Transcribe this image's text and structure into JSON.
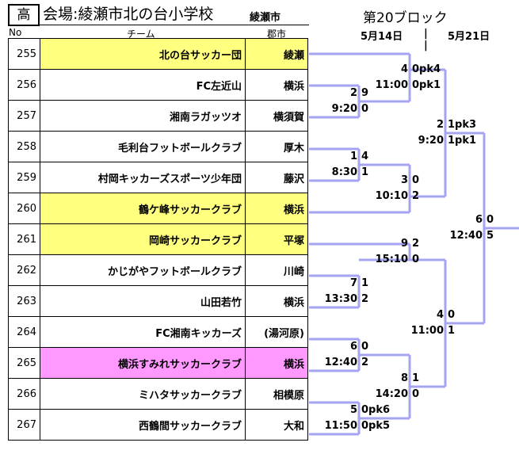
{
  "header": {
    "level": "高",
    "venue": "会場:綾瀬市北の台小学校",
    "city": "綾瀬市",
    "block": "第20ブロック",
    "date1": "5月14日",
    "date2": "5月21日",
    "sep": "|"
  },
  "columns": {
    "no": "No",
    "team": "チーム",
    "city": "郡市"
  },
  "colors": {
    "bracket": "#a4a4f2",
    "yellow": "#ffff80",
    "pink": "#ff99ff"
  },
  "rows": [
    {
      "no": "255",
      "team": "北の台サッカー団",
      "city": "綾瀬",
      "hl": "yellow"
    },
    {
      "no": "256",
      "team": "FC左近山",
      "city": "横浜",
      "hl": ""
    },
    {
      "no": "257",
      "team": "湘南ラガッツオ",
      "city": "横須賀",
      "hl": ""
    },
    {
      "no": "258",
      "team": "毛利台フットボールクラブ",
      "city": "厚木",
      "hl": ""
    },
    {
      "no": "259",
      "team": "村岡キッカーズスポーツ少年団",
      "city": "藤沢",
      "hl": ""
    },
    {
      "no": "260",
      "team": "鶴ケ峰サッカークラブ",
      "city": "横浜",
      "hl": "yellow"
    },
    {
      "no": "261",
      "team": "岡崎サッカークラブ",
      "city": "平塚",
      "hl": "yellow"
    },
    {
      "no": "262",
      "team": "かじがやフットボールクラブ",
      "city": "川崎",
      "hl": ""
    },
    {
      "no": "263",
      "team": "山田若竹",
      "city": "横浜",
      "hl": ""
    },
    {
      "no": "264",
      "team": "FC湘南キッカーズ",
      "city": "(湯河原)",
      "hl": ""
    },
    {
      "no": "265",
      "team": "横浜すみれサッカークラブ",
      "city": "横浜",
      "hl": "pink"
    },
    {
      "no": "266",
      "team": "ミハタサッカークラブ",
      "city": "相模原",
      "hl": ""
    },
    {
      "no": "267",
      "team": "西鶴間サッカークラブ",
      "city": "大和",
      "hl": ""
    }
  ],
  "matches": [
    {
      "num": "4",
      "time": "11:00",
      "s1": "0pk4",
      "s2": "0pk1"
    },
    {
      "num": "2",
      "time": "9:20",
      "s1": "9",
      "s2": "0"
    },
    {
      "num": "1",
      "time": "8:30",
      "s1": "4",
      "s2": "1"
    },
    {
      "num": "3",
      "time": "10:10",
      "s1": "0",
      "s2": "2"
    },
    {
      "num": "2",
      "time": "9:20",
      "s1": "1pk3",
      "s2": "1pk1"
    },
    {
      "num": "6",
      "time": "12:40",
      "s1": "0",
      "s2": "5"
    },
    {
      "num": "9",
      "time": "15:10",
      "s1": "2",
      "s2": "0"
    },
    {
      "num": "7",
      "time": "13:30",
      "s1": "1",
      "s2": "2"
    },
    {
      "num": "4",
      "time": "11:00",
      "s1": "0",
      "s2": "1"
    },
    {
      "num": "6",
      "time": "12:40",
      "s1": "0",
      "s2": "2"
    },
    {
      "num": "8",
      "time": "14:20",
      "s1": "1",
      "s2": "0"
    },
    {
      "num": "5",
      "time": "11:50",
      "s1": "0pk6",
      "s2": "0pk5"
    }
  ]
}
